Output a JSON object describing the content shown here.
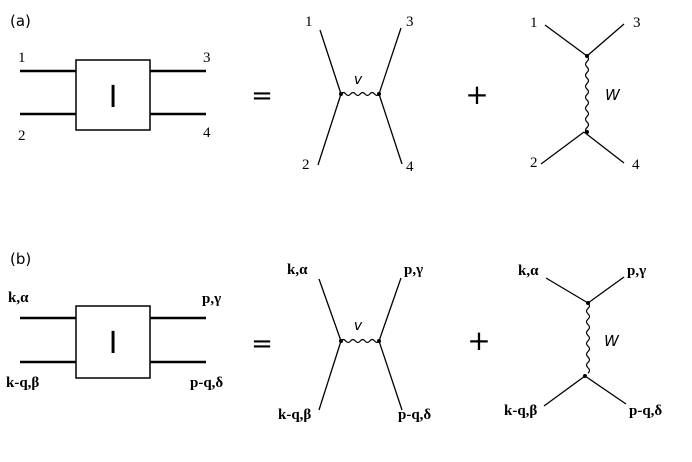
{
  "panel_a": {
    "tag": "(a)",
    "box_label": "I",
    "equals": "=",
    "plus": "+",
    "box_legs": {
      "left_top": "1",
      "left_bottom": "2",
      "right_top": "3",
      "right_bottom": "4"
    },
    "v_diagram": {
      "top_left": "1",
      "top_right": "3",
      "bottom_left": "2",
      "bottom_right": "4",
      "interaction": "v"
    },
    "w_diagram": {
      "top_left": "1",
      "top_right": "3",
      "bottom_left": "2",
      "bottom_right": "4",
      "interaction": "W"
    }
  },
  "panel_b": {
    "tag": "(b)",
    "box_label": "I",
    "equals": "=",
    "plus": "+",
    "box_legs": {
      "left_top": "k,α",
      "left_bottom": "k-q,β",
      "right_top": "p,γ",
      "right_bottom": "p-q,δ"
    },
    "v_diagram": {
      "top_left": "k,α",
      "top_right": "p,γ",
      "bottom_left": "k-q,β",
      "bottom_right": "p-q,δ",
      "interaction": "v"
    },
    "w_diagram": {
      "top_left": "k,α",
      "top_right": "p,γ",
      "bottom_left": "k-q,β",
      "bottom_right": "p-q,δ",
      "interaction": "W"
    }
  },
  "colors": {
    "ink": "#000000",
    "background": "#ffffff"
  }
}
